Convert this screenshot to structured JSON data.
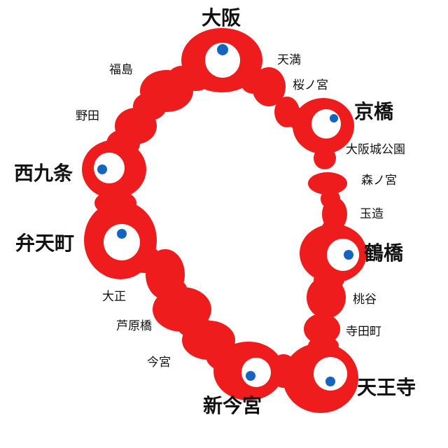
{
  "colors": {
    "loop": "#ee1c1c",
    "eye": "#ffffff",
    "pupil": "#1565c0",
    "text": "#111111"
  },
  "stations": [
    {
      "id": "osaka",
      "name": "大阪",
      "major": true
    },
    {
      "id": "temma",
      "name": "天満",
      "major": false
    },
    {
      "id": "sakuranomiya",
      "name": "桜ノ宮",
      "major": false
    },
    {
      "id": "kyobashi",
      "name": "京橋",
      "major": true
    },
    {
      "id": "osakajokoen",
      "name": "大阪城公園",
      "major": false
    },
    {
      "id": "morinomiya",
      "name": "森ノ宮",
      "major": false
    },
    {
      "id": "tamatsukuri",
      "name": "玉造",
      "major": false
    },
    {
      "id": "tsuruhashi",
      "name": "鶴橋",
      "major": true
    },
    {
      "id": "momodani",
      "name": "桃谷",
      "major": false
    },
    {
      "id": "teradacho",
      "name": "寺田町",
      "major": false
    },
    {
      "id": "tennoji",
      "name": "天王寺",
      "major": true
    },
    {
      "id": "shinimamiya",
      "name": "新今宮",
      "major": true
    },
    {
      "id": "imamiya",
      "name": "今宮",
      "major": false
    },
    {
      "id": "ashiharabashi",
      "name": "芦原橋",
      "major": false
    },
    {
      "id": "taisho",
      "name": "大正",
      "major": false
    },
    {
      "id": "bentencho",
      "name": "弁天町",
      "major": true
    },
    {
      "id": "nishikujo",
      "name": "西九条",
      "major": true
    },
    {
      "id": "noda",
      "name": "野田",
      "major": false
    },
    {
      "id": "fukushima",
      "name": "福島",
      "major": false
    }
  ]
}
